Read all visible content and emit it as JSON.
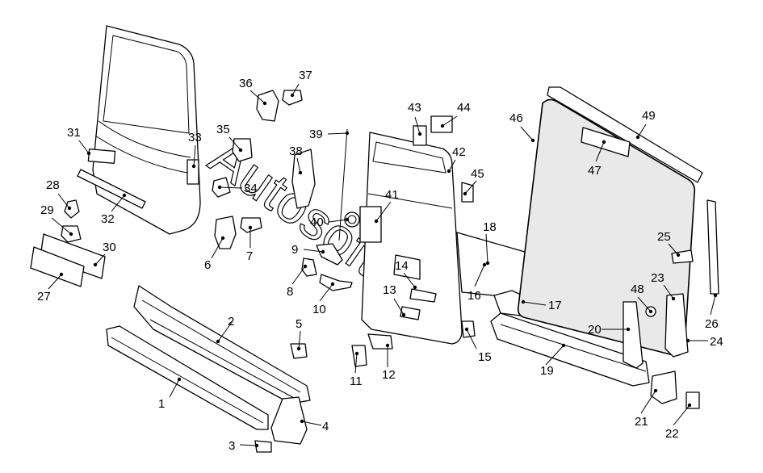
{
  "figure": {
    "watermark": "Autosoft"
  },
  "callouts": [
    {
      "id": "1",
      "label": "1"
    },
    {
      "id": "2",
      "label": "2"
    },
    {
      "id": "3",
      "label": "3"
    },
    {
      "id": "4",
      "label": "4"
    },
    {
      "id": "5",
      "label": "5"
    },
    {
      "id": "6",
      "label": "6"
    },
    {
      "id": "7",
      "label": "7"
    },
    {
      "id": "8",
      "label": "8"
    },
    {
      "id": "9",
      "label": "9"
    },
    {
      "id": "10",
      "label": "10"
    },
    {
      "id": "11",
      "label": "11"
    },
    {
      "id": "12",
      "label": "12"
    },
    {
      "id": "13",
      "label": "13"
    },
    {
      "id": "14",
      "label": "14"
    },
    {
      "id": "15",
      "label": "15"
    },
    {
      "id": "16",
      "label": "16"
    },
    {
      "id": "17",
      "label": "17"
    },
    {
      "id": "18",
      "label": "18"
    },
    {
      "id": "19",
      "label": "19"
    },
    {
      "id": "20",
      "label": "20"
    },
    {
      "id": "21",
      "label": "21"
    },
    {
      "id": "22",
      "label": "22"
    },
    {
      "id": "23",
      "label": "23"
    },
    {
      "id": "24",
      "label": "24"
    },
    {
      "id": "25",
      "label": "25"
    },
    {
      "id": "26",
      "label": "26"
    },
    {
      "id": "27",
      "label": "27"
    },
    {
      "id": "28",
      "label": "28"
    },
    {
      "id": "29",
      "label": "29"
    },
    {
      "id": "30",
      "label": "30"
    },
    {
      "id": "31",
      "label": "31"
    },
    {
      "id": "32",
      "label": "32"
    },
    {
      "id": "33",
      "label": "33"
    },
    {
      "id": "34",
      "label": "34"
    },
    {
      "id": "35",
      "label": "35"
    },
    {
      "id": "36",
      "label": "36"
    },
    {
      "id": "37",
      "label": "37"
    },
    {
      "id": "38",
      "label": "38"
    },
    {
      "id": "39",
      "label": "39"
    },
    {
      "id": "40",
      "label": "40"
    },
    {
      "id": "41",
      "label": "41"
    },
    {
      "id": "42",
      "label": "42"
    },
    {
      "id": "43",
      "label": "43"
    },
    {
      "id": "44",
      "label": "44"
    },
    {
      "id": "45",
      "label": "45"
    },
    {
      "id": "46",
      "label": "46"
    },
    {
      "id": "47",
      "label": "47"
    },
    {
      "id": "48",
      "label": "48"
    },
    {
      "id": "49",
      "label": "49"
    }
  ]
}
